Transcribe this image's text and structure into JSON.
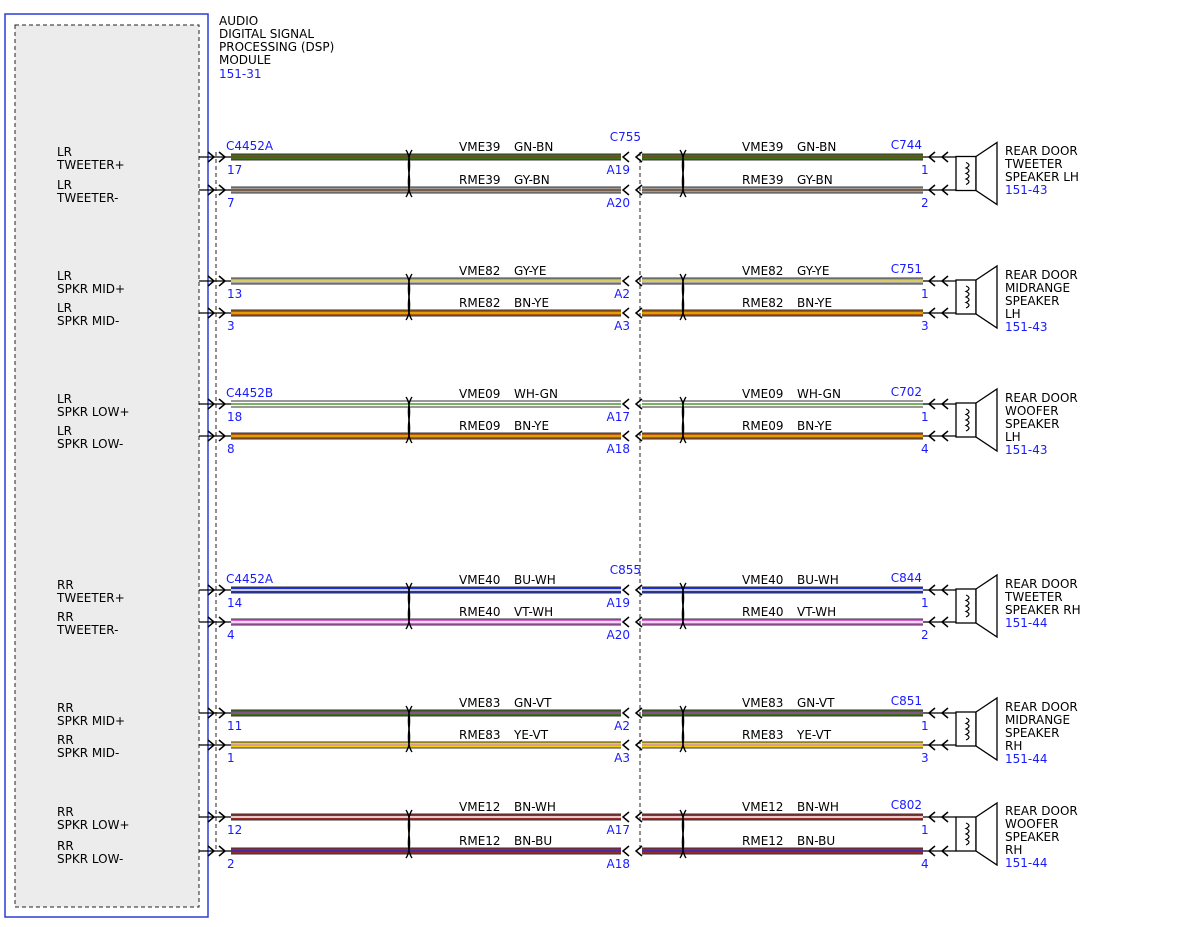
{
  "module": {
    "title_lines": [
      "AUDIO",
      "DIGITAL SIGNAL",
      "PROCESSING (DSP)",
      "MODULE"
    ],
    "ref": "151-31"
  },
  "groups": [
    {
      "connectors": {
        "module": "C4452A",
        "inline": "C755",
        "speaker": "C744"
      },
      "speaker_lines": [
        "REAR DOOR",
        "TWEETER",
        "SPEAKER LH"
      ],
      "speaker_ref": "151-43",
      "wires": [
        {
          "pin_label": [
            "LR",
            "TWEETER+"
          ],
          "module_pin": "17",
          "inline_pin": "A19",
          "speaker_pin": "1",
          "circuit": "VME39",
          "color_code": "GN-BN",
          "colors": [
            "#3f6f16",
            "#6e4a2a"
          ]
        },
        {
          "pin_label": [
            "LR",
            "TWEETER-"
          ],
          "module_pin": "7",
          "inline_pin": "A20",
          "speaker_pin": "2",
          "circuit": "RME39",
          "color_code": "GY-BN",
          "colors": [
            "#9c9c9c",
            "#6e4a2a"
          ]
        }
      ]
    },
    {
      "connectors": {
        "module": "",
        "inline": "",
        "speaker": "C751"
      },
      "speaker_lines": [
        "REAR DOOR",
        "MIDRANGE",
        "SPEAKER",
        "LH"
      ],
      "speaker_ref": "151-43",
      "wires": [
        {
          "pin_label": [
            "LR",
            "SPKR MID+"
          ],
          "module_pin": "13",
          "inline_pin": "A2",
          "speaker_pin": "1",
          "circuit": "VME82",
          "color_code": "GY-YE",
          "colors": [
            "#a6a6a6",
            "#e9d84a"
          ]
        },
        {
          "pin_label": [
            "LR",
            "SPKR MID-"
          ],
          "module_pin": "3",
          "inline_pin": "A3",
          "speaker_pin": "3",
          "circuit": "RME82",
          "color_code": "BN-YE",
          "colors": [
            "#b2560d",
            "#f0b800"
          ]
        }
      ]
    },
    {
      "connectors": {
        "module": "C4452B",
        "inline": "",
        "speaker": "C702"
      },
      "speaker_lines": [
        "REAR DOOR",
        "WOOFER",
        "SPEAKER",
        "LH"
      ],
      "speaker_ref": "151-43",
      "wires": [
        {
          "pin_label": [
            "LR",
            "SPKR LOW+"
          ],
          "module_pin": "18",
          "inline_pin": "A17",
          "speaker_pin": "1",
          "circuit": "VME09",
          "color_code": "WH-GN",
          "colors": [
            "#ffffff",
            "#4f9a2a"
          ]
        },
        {
          "pin_label": [
            "LR",
            "SPKR LOW-"
          ],
          "module_pin": "8",
          "inline_pin": "A18",
          "speaker_pin": "4",
          "circuit": "RME09",
          "color_code": "BN-YE",
          "colors": [
            "#b2560d",
            "#f0b800"
          ]
        }
      ]
    },
    {
      "connectors": {
        "module": "C4452A",
        "inline": "C855",
        "speaker": "C844"
      },
      "speaker_lines": [
        "REAR DOOR",
        "TWEETER",
        "SPEAKER RH"
      ],
      "speaker_ref": "151-44",
      "wires": [
        {
          "pin_label": [
            "RR",
            "TWEETER+"
          ],
          "module_pin": "14",
          "inline_pin": "A19",
          "speaker_pin": "1",
          "circuit": "VME40",
          "color_code": "BU-WH",
          "colors": [
            "#1f2fd6",
            "#ffffff"
          ]
        },
        {
          "pin_label": [
            "RR",
            "TWEETER-"
          ],
          "module_pin": "4",
          "inline_pin": "A20",
          "speaker_pin": "2",
          "circuit": "RME40",
          "color_code": "VT-WH",
          "colors": [
            "#d85fd8",
            "#ffffff"
          ]
        }
      ]
    },
    {
      "connectors": {
        "module": "",
        "inline": "",
        "speaker": "C851"
      },
      "speaker_lines": [
        "REAR DOOR",
        "MIDRANGE",
        "SPEAKER",
        "RH"
      ],
      "speaker_ref": "151-44",
      "wires": [
        {
          "pin_label": [
            "RR",
            "SPKR MID+"
          ],
          "module_pin": "11",
          "inline_pin": "A2",
          "speaker_pin": "1",
          "circuit": "VME83",
          "color_code": "GN-VT",
          "colors": [
            "#3f6f16",
            "#9a4ab0"
          ]
        },
        {
          "pin_label": [
            "RR",
            "SPKR MID-"
          ],
          "module_pin": "1",
          "inline_pin": "A3",
          "speaker_pin": "3",
          "circuit": "RME83",
          "color_code": "YE-VT",
          "colors": [
            "#f2d500",
            "#d08ad0"
          ]
        }
      ]
    },
    {
      "connectors": {
        "module": "",
        "inline": "",
        "speaker": "C802"
      },
      "speaker_lines": [
        "REAR DOOR",
        "WOOFER",
        "SPEAKER",
        "RH"
      ],
      "speaker_ref": "151-44",
      "wires": [
        {
          "pin_label": [
            "RR",
            "SPKR LOW+"
          ],
          "module_pin": "12",
          "inline_pin": "A17",
          "speaker_pin": "1",
          "circuit": "VME12",
          "color_code": "BN-WH",
          "colors": [
            "#9a2a2a",
            "#ffffff"
          ]
        },
        {
          "pin_label": [
            "RR",
            "SPKR LOW-"
          ],
          "module_pin": "2",
          "inline_pin": "A18",
          "speaker_pin": "4",
          "circuit": "RME12",
          "color_code": "BN-BU",
          "colors": [
            "#9a2a2a",
            "#2a2ad0"
          ]
        }
      ]
    }
  ]
}
